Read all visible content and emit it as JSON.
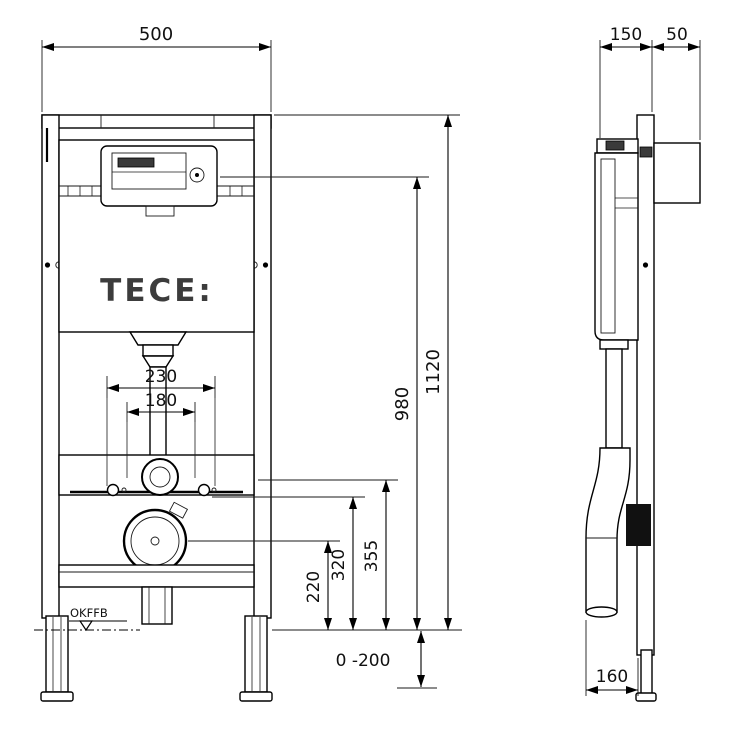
{
  "drawing": {
    "brand": "TECE:",
    "floor_marker": "OKFFB",
    "front": {
      "width": "500",
      "bolt_spacing_outer": "230",
      "bolt_spacing_inner": "180",
      "height_total": "1120",
      "height_cistern": "980",
      "height_bracket": "355",
      "height_connector": "320",
      "height_drain": "220",
      "foot_adjustment": "0 -200"
    },
    "side": {
      "depth_frame": "150",
      "depth_front": "50",
      "drain_offset": "160"
    },
    "colors": {
      "frame_gray": "#9b9b9b",
      "bracket_gray": "#a0a0a0",
      "panel_gray": "#b4b4b4",
      "foot_gray": "#e2e2e2",
      "logo_gray": "#3c3c3c"
    }
  }
}
